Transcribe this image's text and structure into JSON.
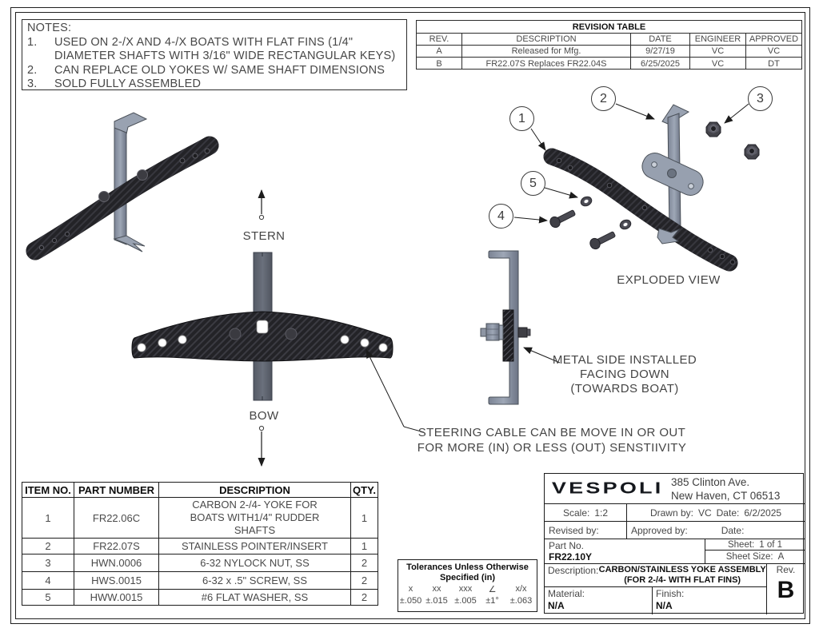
{
  "notes": {
    "title": "NOTES:",
    "items": [
      {
        "num": "1.",
        "text": "USED ON 2-/X AND 4-/X BOATS WITH FLAT FINS (1/4\" DIAMETER SHAFTS WITH 3/16\" WIDE RECTANGULAR KEYS)"
      },
      {
        "num": "2.",
        "text": "CAN REPLACE OLD YOKES W/ SAME SHAFT DIMENSIONS"
      },
      {
        "num": "3.",
        "text": "SOLD FULLY ASSEMBLED"
      }
    ]
  },
  "revision_table": {
    "title": "REVISION TABLE",
    "headers": [
      "REV.",
      "DESCRIPTION",
      "DATE",
      "ENGINEER",
      "APPROVED"
    ],
    "rows": [
      [
        "A",
        "Released for Mfg.",
        "9/27/19",
        "VC",
        "VC"
      ],
      [
        "B",
        "FR22.07S Replaces FR22.04S",
        "6/25/2025",
        "VC",
        "DT"
      ]
    ]
  },
  "bom_table": {
    "headers": [
      "ITEM NO.",
      "PART NUMBER",
      "DESCRIPTION",
      "QTY."
    ],
    "rows": [
      [
        "1",
        "FR22.06C",
        "CARBON 2-/4- YOKE FOR BOATS WITH1/4\" RUDDER SHAFTS",
        "1"
      ],
      [
        "2",
        "FR22.07S",
        "STAINLESS POINTER/INSERT",
        "1"
      ],
      [
        "3",
        "HWN.0006",
        "6-32 NYLOCK NUT, SS",
        "2"
      ],
      [
        "4",
        "HWS.0015",
        "6-32 x .5\" SCREW, SS",
        "2"
      ],
      [
        "5",
        "HWW.0015",
        "#6 FLAT WASHER, SS",
        "2"
      ]
    ]
  },
  "title_block": {
    "logo": "VESPOLI",
    "address_line1": "385 Clinton Ave.",
    "address_line2": "New Haven, CT 06513",
    "scale_label": "Scale:",
    "scale_value": "1:2",
    "drawn_by_label": "Drawn by:",
    "drawn_by_value": "VC",
    "drawn_date_label": "Date:",
    "drawn_date_value": "6/2/2025",
    "revised_by_label": "Revised by:",
    "approved_by_label": "Approved by:",
    "approved_date_label": "Date:",
    "part_no_label": "Part No.",
    "part_no_value": "FR22.10Y",
    "sheet_label": "Sheet:",
    "sheet_value": "1 of 1",
    "sheet_size_label": "Sheet Size:",
    "sheet_size_value": "A",
    "description_label": "Description:",
    "description_line1": "CARBON/STAINLESS YOKE ASSEMBLY",
    "description_line2": "(FOR 2-/4- WITH FLAT FINS)",
    "material_label": "Material:",
    "material_value": "N/A",
    "finish_label": "Finish:",
    "finish_value": "N/A",
    "rev_label": "Rev.",
    "rev_value": "B"
  },
  "tolerances": {
    "title_line1": "Tolerances Unless Otherwise",
    "title_line2": "Specified (in)",
    "symbols": [
      "x",
      "xx",
      "xxx",
      "∠",
      "x/x"
    ],
    "values": [
      "±.050",
      "±.015",
      "±.005",
      "±1°",
      "±.063"
    ]
  },
  "annotations": {
    "stern": "STERN",
    "bow": "BOW",
    "exploded_view": "EXPLODED VIEW",
    "metal_side_line1": "METAL SIDE INSTALLED",
    "metal_side_line2": "FACING DOWN",
    "metal_side_line3": "(TOWARDS BOAT)",
    "steering_line1": "STEERING CABLE CAN BE MOVE IN OR OUT",
    "steering_line2": "FOR MORE (IN) OR LESS (OUT) SENSTIIVITY",
    "balloons": [
      "1",
      "2",
      "3",
      "4",
      "5"
    ]
  },
  "colors": {
    "carbon": "#232327",
    "metal": "#8d96a5",
    "line": "#1a1a1a",
    "text": "#454545"
  }
}
